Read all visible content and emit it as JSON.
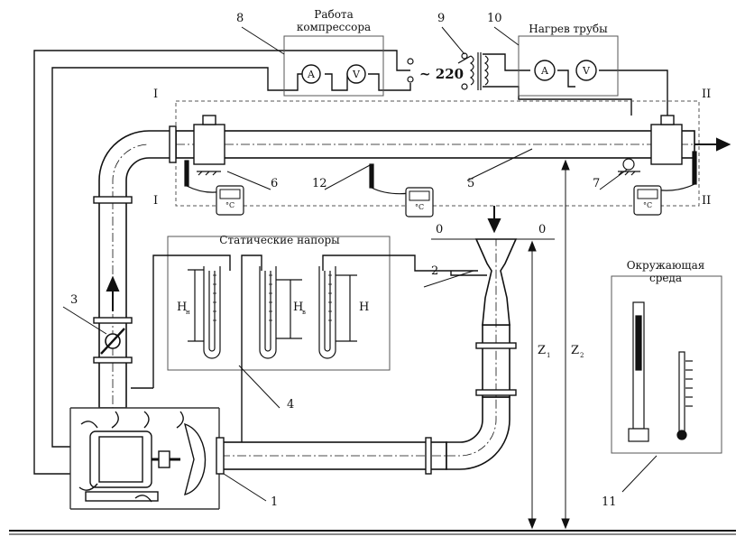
{
  "labels": {
    "title_compressor_1": "Работа",
    "title_compressor_2": "компрессора",
    "title_heating": "Нагрев трубы",
    "title_static": "Статические напоры",
    "title_env_1": "Окружающая",
    "title_env_2": "среда",
    "voltage": "~ 220",
    "ammeter": "A",
    "voltmeter": "V",
    "section_I": "I",
    "section_II": "II",
    "zero": "0",
    "thermo_unit": "°C",
    "h_n": "H",
    "h_n_sub": "н",
    "h_v": "H",
    "h_v_sub": "в",
    "h": "H",
    "z1": "Z",
    "z1_sub": "1",
    "z2": "Z",
    "z2_sub": "2"
  },
  "numbers": {
    "n1": "1",
    "n2": "2",
    "n3": "3",
    "n4": "4",
    "n5": "5",
    "n6": "6",
    "n7": "7",
    "n8": "8",
    "n9": "9",
    "n10": "10",
    "n11": "11",
    "n12": "12"
  },
  "colors": {
    "ink": "#111111",
    "pipe_fill": "#ffffff",
    "frame": "#555555"
  }
}
